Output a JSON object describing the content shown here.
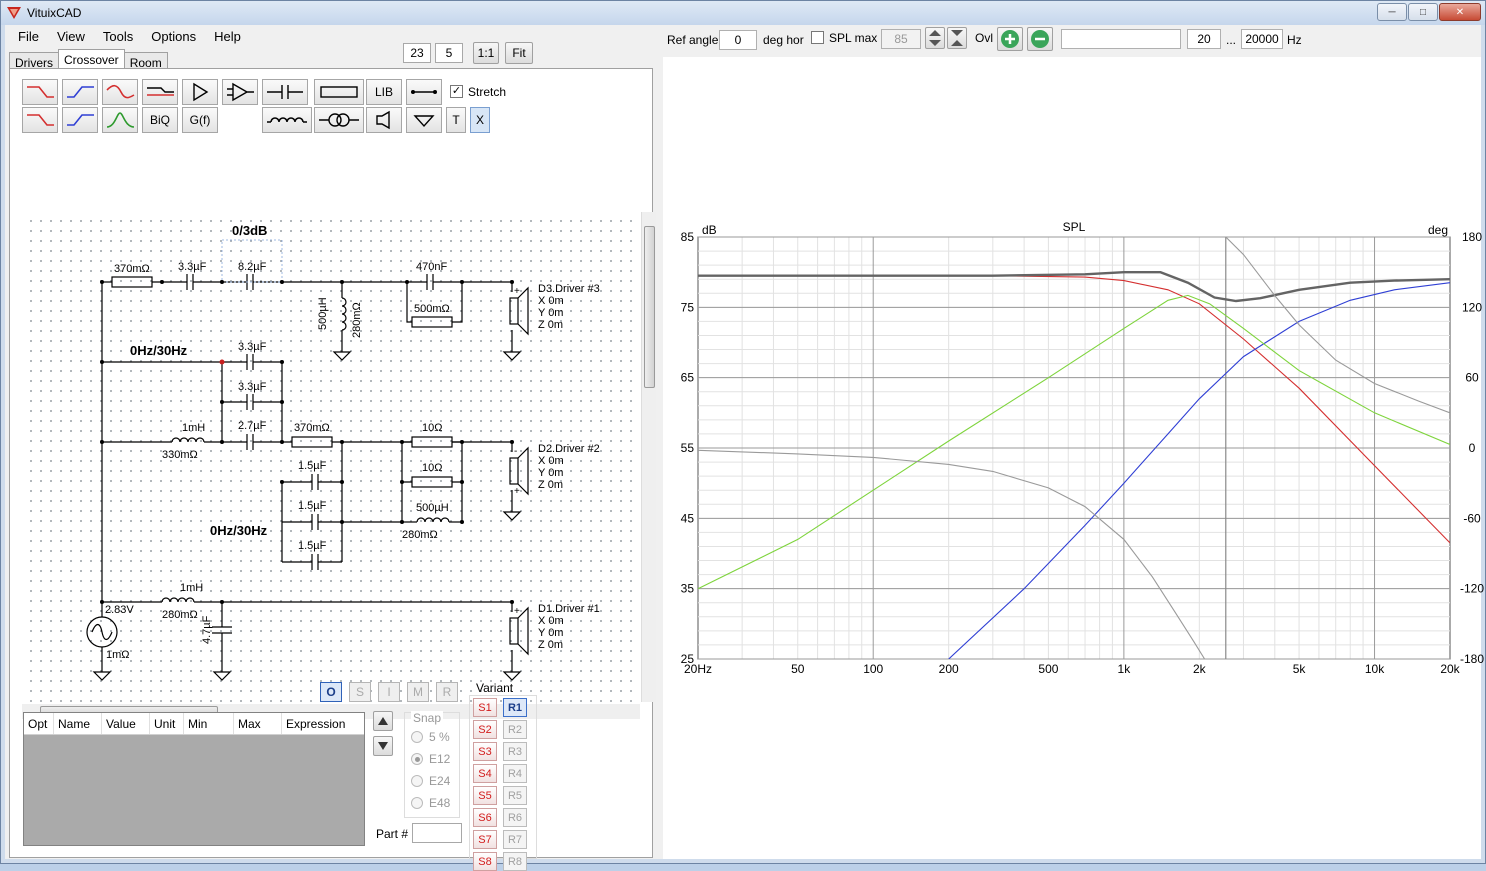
{
  "window": {
    "title": "VituixCAD"
  },
  "menu": [
    "File",
    "View",
    "Tools",
    "Options",
    "Help"
  ],
  "tabs": [
    "Drivers",
    "Crossover",
    "Room"
  ],
  "toolbar_top": {
    "grid_x": "23",
    "grid_y": "5",
    "btn_1to1": "1:1",
    "btn_fit": "Fit"
  },
  "tools": {
    "lib": "LIB",
    "biq": "BiQ",
    "gf": "G(f)",
    "t": "T",
    "x": "X",
    "stretch": "Stretch"
  },
  "schematic": {
    "labels": {
      "l1": "0/3dB",
      "l2": "370mΩ",
      "l3": "3.3µF",
      "l4": "8.2µF",
      "l5": "470nF",
      "l6": "500mΩ",
      "l7": "500µH",
      "l8": "280mΩ",
      "l9": "D3.Driver #3",
      "l10": "X 0m",
      "l11": "Y 0m",
      "l12": "Z 0m",
      "l13": "0Hz/30Hz",
      "l14": "3.3µF",
      "l15": "3.3µF",
      "l16": "1mH",
      "l17": "2.7µF",
      "l18": "370mΩ",
      "l19": "10Ω",
      "l20": "330mΩ",
      "l21": "D2.Driver #2",
      "l22": "X 0m",
      "l23": "Y 0m",
      "l24": "Z 0m",
      "l25": "1.5µF",
      "l26": "10Ω",
      "l27": "1.5µF",
      "l28": "500µH",
      "l29": "0Hz/30Hz",
      "l30": "280mΩ",
      "l31": "1.5µF",
      "l32": "1mH",
      "l33": "2.83V",
      "l34": "280mΩ",
      "l35": "D1.Driver #1",
      "l36": "X 0m",
      "l37": "Y 0m",
      "l38": "Z 0m",
      "l39": "4.7µF",
      "l40": "1mΩ"
    }
  },
  "modes": [
    "O",
    "S",
    "I",
    "M",
    "R"
  ],
  "params": {
    "columns": [
      "Opt",
      "Name",
      "Value",
      "Unit",
      "Min",
      "Max",
      "Expression"
    ]
  },
  "snap": {
    "title": "Snap",
    "options": [
      "5 %",
      "E12",
      "E24",
      "E48"
    ],
    "selected": "E12"
  },
  "part": {
    "label": "Part #",
    "value": ""
  },
  "variant": {
    "title": "Variant",
    "s": [
      "S1",
      "S2",
      "S3",
      "S4",
      "S5",
      "S6",
      "S7",
      "S8"
    ],
    "r": [
      "R1",
      "R2",
      "R3",
      "R4",
      "R5",
      "R6",
      "R7",
      "R8"
    ],
    "active": "R1"
  },
  "spl_toolbar": {
    "ref_angle_label": "Ref angle",
    "ref_angle": "0",
    "deg_hor": "deg hor",
    "spl_max_label": "SPL max",
    "spl_max": "85",
    "ovl": "Ovl",
    "freq_min": "20",
    "dots": "...",
    "freq_max": "20000",
    "hz": "Hz",
    "name_field": ""
  },
  "chart_data": {
    "type": "line",
    "title": "SPL",
    "ylabel": "dB",
    "y2label": "deg",
    "x_scale": "log",
    "xlim": [
      20,
      20000
    ],
    "ylim": [
      25,
      85
    ],
    "y2lim": [
      -180,
      180
    ],
    "x_ticks": [
      "20Hz",
      "50",
      "100",
      "200",
      "500",
      "1k",
      "2k",
      "5k",
      "10k",
      "20k"
    ],
    "x_tick_values": [
      20,
      50,
      100,
      200,
      500,
      1000,
      2000,
      5000,
      10000,
      20000
    ],
    "y_ticks": [
      "85",
      "75",
      "65",
      "55",
      "45",
      "35",
      "25"
    ],
    "y_tick_values": [
      85,
      75,
      65,
      55,
      45,
      35,
      25
    ],
    "y2_ticks": [
      "180",
      "120",
      "60",
      "0",
      "-60",
      "-120",
      "-180"
    ],
    "y2_tick_values": [
      180,
      120,
      60,
      0,
      -60,
      -120,
      -180
    ],
    "grid": true,
    "series": [
      {
        "color": "#d42f2f",
        "axis": "left",
        "x": [
          20,
          100,
          300,
          700,
          1000,
          1500,
          2000,
          3000,
          5000,
          10000,
          20000
        ],
        "y": [
          79.5,
          79.5,
          79.5,
          79.3,
          78.8,
          77.5,
          75.5,
          70.5,
          63.5,
          52.5,
          41.5
        ]
      },
      {
        "color": "#2f3fd4",
        "axis": "left",
        "x": [
          200,
          400,
          700,
          1000,
          1500,
          2000,
          3000,
          5000,
          8000,
          12000,
          20000
        ],
        "y": [
          25,
          35,
          44,
          50,
          57,
          62,
          68,
          73,
          76,
          77.5,
          78.5
        ]
      },
      {
        "color": "#7ed43c",
        "axis": "left",
        "x": [
          20,
          50,
          100,
          200,
          500,
          1000,
          1500,
          1800,
          2200,
          3000,
          5000,
          10000,
          20000
        ],
        "y": [
          35,
          42,
          49,
          56,
          65,
          72,
          76,
          76.7,
          75.5,
          72,
          66,
          60,
          55.5
        ]
      },
      {
        "color": "#646464",
        "axis": "left",
        "x": [
          20,
          300,
          700,
          1000,
          1400,
          1800,
          2300,
          2800,
          3500,
          5000,
          8000,
          12000,
          20000
        ],
        "y": [
          79.5,
          79.5,
          79.7,
          80,
          80,
          78.5,
          76.4,
          75.9,
          76.3,
          77.5,
          78.5,
          78.8,
          79
        ]
      },
      {
        "color": "#9a9a9a",
        "axis": "right",
        "x": [
          20,
          50,
          100,
          200,
          300,
          500,
          700,
          1000,
          1300,
          1600,
          1900,
          2100
        ],
        "y": [
          -2,
          -5,
          -8,
          -14,
          -20,
          -34,
          -50,
          -78,
          -110,
          -140,
          -165,
          -180
        ]
      },
      {
        "color": "#9a9a9a",
        "axis": "right",
        "x": [
          2550,
          3000,
          4000,
          5000,
          7000,
          10000,
          15000,
          20000
        ],
        "y": [
          180,
          165,
          130,
          105,
          75,
          55,
          40,
          30
        ]
      }
    ],
    "markers": [
      {
        "x": 2550,
        "color": "#8a8a8a"
      }
    ]
  }
}
